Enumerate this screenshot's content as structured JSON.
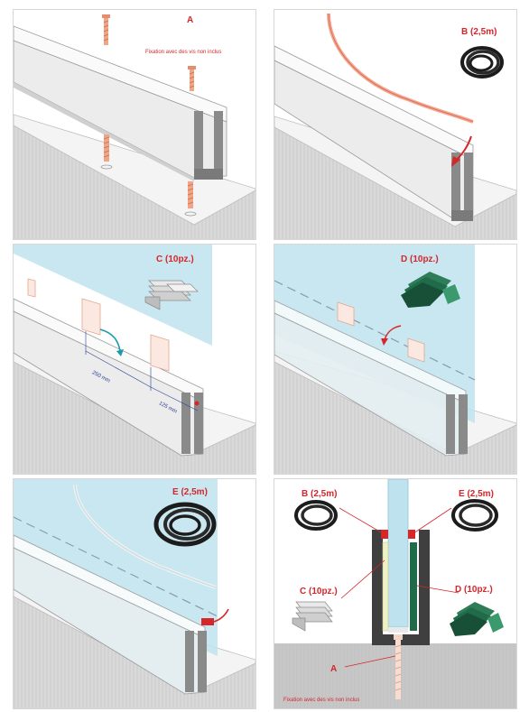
{
  "panels": [
    {
      "id": "A",
      "label": "A",
      "note": "Fixation avec des vis non inclus"
    },
    {
      "id": "B",
      "label": "B (2,5m)"
    },
    {
      "id": "C",
      "label": "C (10pz.)",
      "dim1": "250 mm",
      "dim2": "125 mm"
    },
    {
      "id": "D",
      "label": "D (10pz.)"
    },
    {
      "id": "E",
      "label": "E (2,5m)"
    },
    {
      "id": "section",
      "labelB": "B (2,5m)",
      "labelE": "E (2,5m)",
      "labelC": "C (10pz.)",
      "labelD": "D (10pz.)",
      "labelA": "A",
      "note": "Fixation avec des vis non inclus"
    }
  ],
  "colors": {
    "accent": "#d6262a",
    "glass": "#bfe3ee",
    "pad": "#1f6b4a",
    "profile": "#4a4a4a"
  }
}
